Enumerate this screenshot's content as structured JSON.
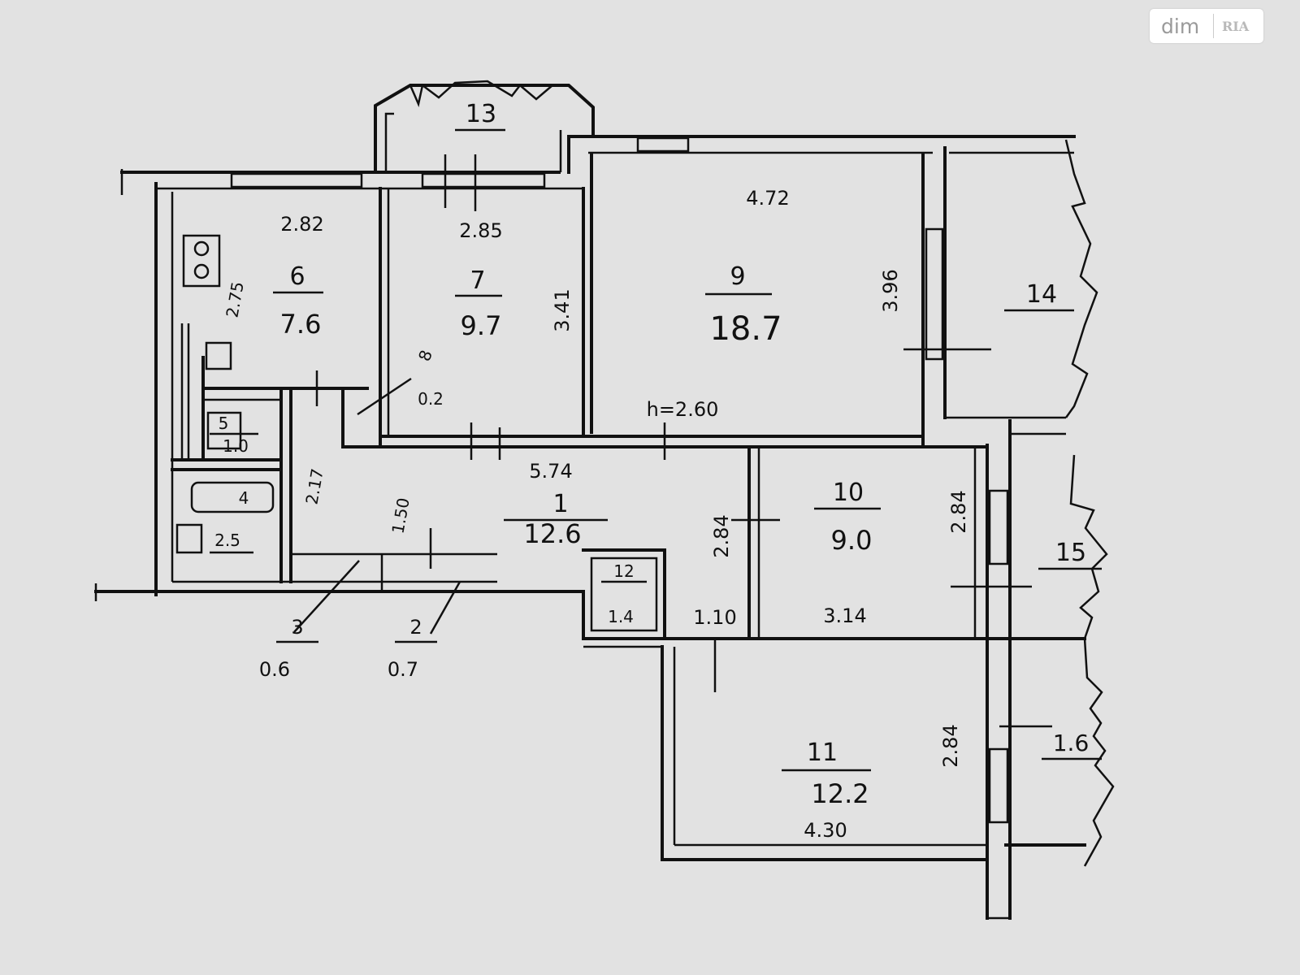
{
  "watermark": {
    "text": "dim",
    "logo": "RIA"
  },
  "rooms": [
    {
      "id": "1",
      "number": "1",
      "area": "12.6"
    },
    {
      "id": "2",
      "number": "2",
      "area": "0.7"
    },
    {
      "id": "3",
      "number": "3",
      "area": "0.6"
    },
    {
      "id": "4",
      "number": "4",
      "area": "2.5"
    },
    {
      "id": "5",
      "number": "5",
      "area": "1.0"
    },
    {
      "id": "6",
      "number": "6",
      "area": "7.6"
    },
    {
      "id": "7",
      "number": "7",
      "area": "9.7"
    },
    {
      "id": "8",
      "number": "8",
      "area": "0.2"
    },
    {
      "id": "9",
      "number": "9",
      "area": "18.7"
    },
    {
      "id": "10",
      "number": "10",
      "area": "9.0"
    },
    {
      "id": "11",
      "number": "11",
      "area": "12.2"
    },
    {
      "id": "12",
      "number": "12",
      "area": "1.4"
    },
    {
      "id": "13",
      "number": "13",
      "area": ""
    },
    {
      "id": "14",
      "number": "14",
      "area": ""
    },
    {
      "id": "15",
      "number": "15",
      "area": ""
    },
    {
      "id": "16",
      "number": "",
      "area": "1.6"
    }
  ],
  "dimensions": {
    "d_2_82": "2.82",
    "d_2_85": "2.85",
    "d_4_72": "4.72",
    "d_3_96": "3.96",
    "d_3_41": "3.41",
    "d_2_75": "2.75",
    "d_5_74": "5.74",
    "d_2_17": "2.17",
    "d_1_50": "1.50",
    "d_2_84_a": "2.84",
    "d_2_84_b": "2.84",
    "d_2_84_c": "2.84",
    "d_3_14": "3.14",
    "d_1_10": "1.10",
    "d_4_30": "4.30"
  },
  "ceiling_height": "h=2.60"
}
